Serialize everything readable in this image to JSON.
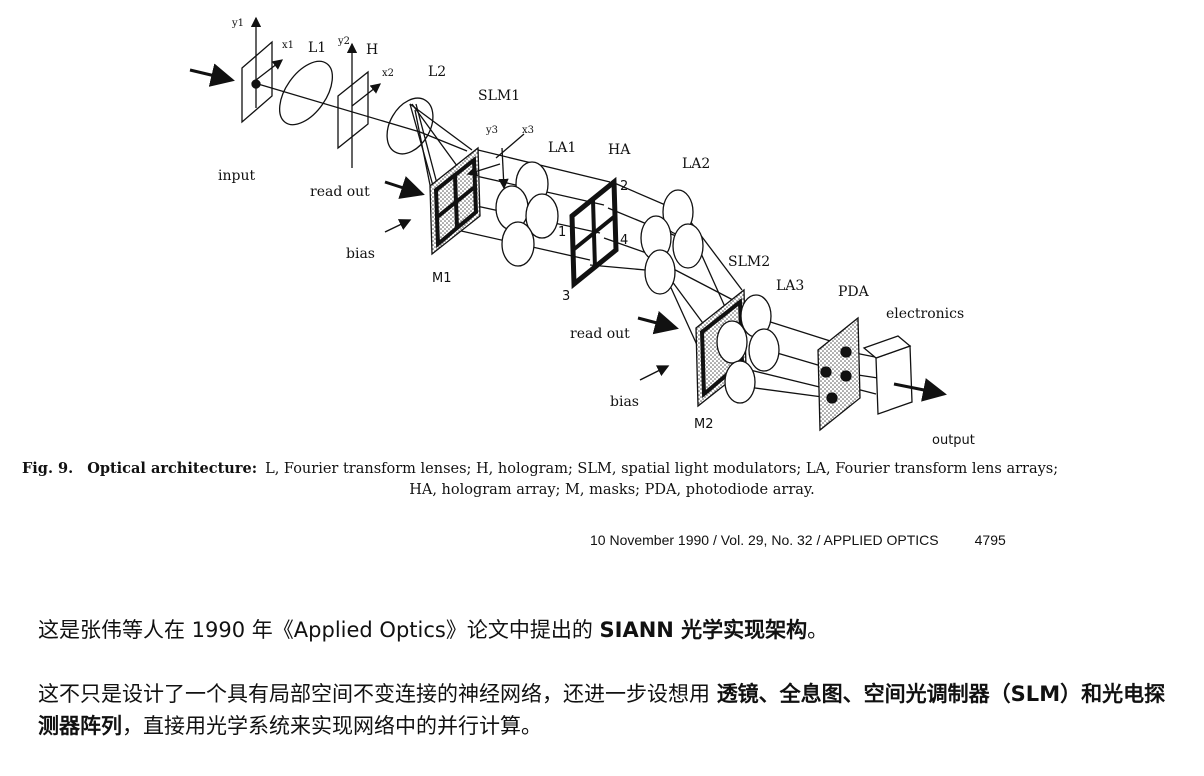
{
  "diagram": {
    "y1": "y1",
    "x1": "x1",
    "L1": "L1",
    "y2": "y2",
    "H": "H",
    "x2": "x2",
    "L2": "L2",
    "SLM1": "SLM1",
    "y3": "y3",
    "x3": "x3",
    "LA1": "LA1",
    "HA": "HA",
    "LA2": "LA2",
    "input": "input",
    "readout1": "read out",
    "bias1": "bias",
    "M1": "M1",
    "n1": "1",
    "n2": "2",
    "n3": "3",
    "n4": "4",
    "SLM2": "SLM2",
    "LA3": "LA3",
    "PDA": "PDA",
    "electronics": "electronics",
    "readout2": "read out",
    "bias2": "bias",
    "M2": "M2",
    "output": "output"
  },
  "caption": {
    "fig": "Fig. 9.",
    "title": "Optical architecture:",
    "line1": "L, Fourier transform lenses; H, hologram; SLM, spatial light modulators; LA, Fourier transform lens arrays;",
    "line2": "HA, hologram array; M, masks; PDA, photodiode array."
  },
  "journal": {
    "text": "10 November 1990  /  Vol. 29, No. 32  /  APPLIED OPTICS",
    "page": "4795"
  },
  "paragraph1": {
    "a": "这是张伟等人在 1990 年《Applied Optics》论文中提出的 ",
    "b": "SIANN 光学实现架构",
    "c": "。"
  },
  "paragraph2": {
    "a": "这不只是设计了一个具有局部空间不变连接的神经网络，还进一步设想用 ",
    "b": "透镜、全息图、空间光调制器（SLM）和光电探测器阵列",
    "c": "，直接用光学系统来实现网络中的并行计算。"
  }
}
